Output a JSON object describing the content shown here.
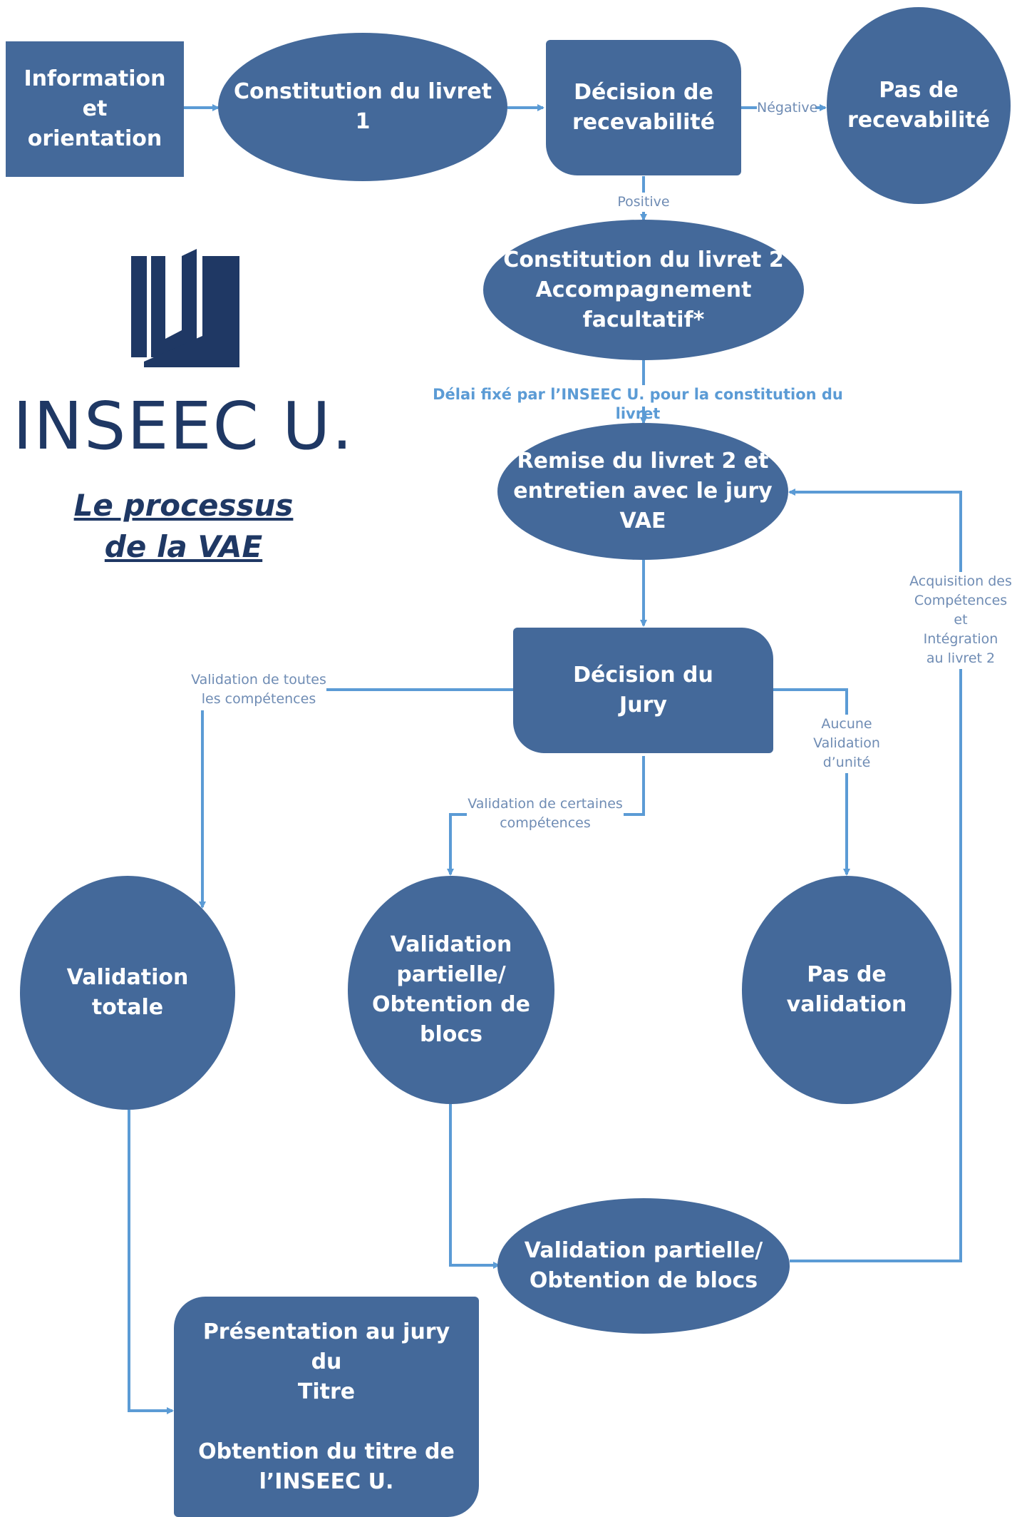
{
  "colors": {
    "node_fill": "#44699a",
    "connector": "#5b9bd5",
    "label_text": "#6f8cb4",
    "brand_navy": "#1f3864"
  },
  "brand": {
    "logo_icon": "inseec-u-logo-icon",
    "logo_text": "INSEEC U.",
    "subtitle": "Le processus\nde la VAE"
  },
  "nodes": {
    "information": "Information et\norientation",
    "livret1": "Constitution du livret 1",
    "decision_recevabilite": "Décision de\nrecevabilité",
    "pas_recevabilite": "Pas de\nrecevabilité",
    "livret2": "Constitution du livret 2\nAccompagnement\nfacultatif*",
    "remise": "Remise du livret 2 et\nentretien avec le jury\nVAE",
    "decision_jury": "Décision du\nJury",
    "validation_totale": "Validation totale",
    "validation_partielle": "Validation\npartielle/\nObtention de\nblocs",
    "pas_validation": "Pas de validation",
    "validation_partielle_2": "Validation partielle/\nObtention de blocs",
    "presentation": "Présentation au jury du\nTitre\n\nObtention du titre de\nl’INSEEC U."
  },
  "edge_labels": {
    "negative": "Négative",
    "positive": "Positive",
    "delai": "Délai fixé par l’INSEEC U. pour la constitution du livret",
    "toutes": "Validation de toutes\nles compétences",
    "certaines": "Validation de certaines\ncompétences",
    "aucune": "Aucune\nValidation\nd’unité",
    "acquisition": "Acquisition des\nCompétences\net\nIntégration\nau livret 2"
  }
}
